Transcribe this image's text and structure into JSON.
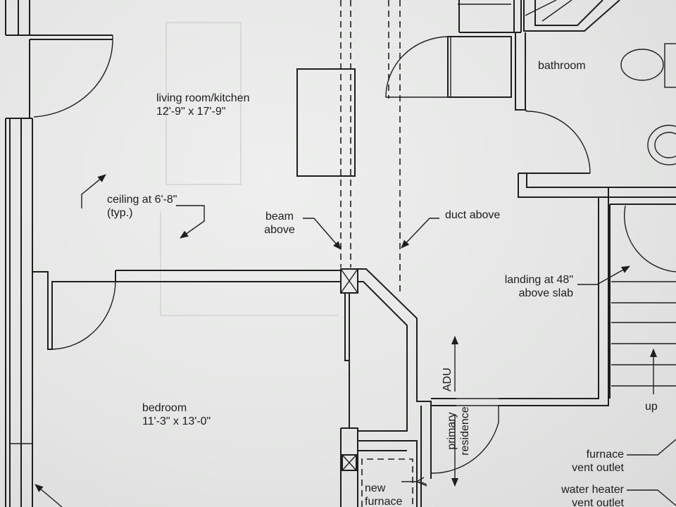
{
  "rooms": {
    "living_kitchen": {
      "name": "living room/kitchen",
      "dims": "12'-9\" x 17'-9\""
    },
    "bedroom": {
      "name": "bedroom",
      "dims": "11'-3\" x 13'-0\""
    },
    "bathroom": {
      "name": "bathroom"
    },
    "new_furnace": {
      "line1": "new",
      "line2": "furnace"
    }
  },
  "notes": {
    "ceiling": {
      "line1": "ceiling at 6'-8\"",
      "line2": "(typ.)"
    },
    "beam": {
      "line1": "beam",
      "line2": "above"
    },
    "duct": "duct above",
    "landing": {
      "line1": "landing at 48\"",
      "line2": "above slab"
    },
    "adu": "ADU",
    "primary": {
      "line1": "primary",
      "line2": "residence"
    },
    "up": "up",
    "furnace_vent": {
      "line1": "furnace",
      "line2": "vent outlet"
    },
    "water_heater_vent": {
      "line1": "water heater",
      "line2": "vent outlet"
    }
  },
  "colors": {
    "ink": "#1e1e1e",
    "paper": "#e6e7e6"
  }
}
